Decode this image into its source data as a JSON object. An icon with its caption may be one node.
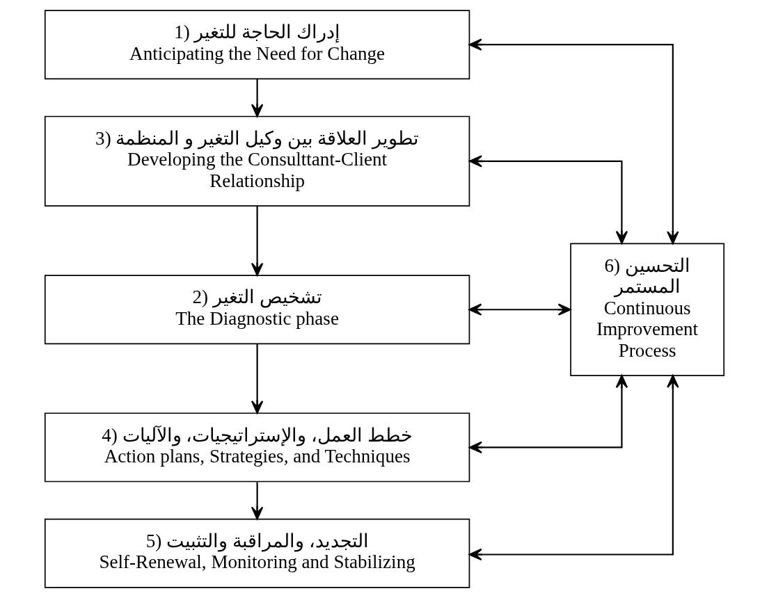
{
  "diagram": {
    "nodes": [
      {
        "text": [
          "1) إدراك الحاجة للتغير",
          "Anticipating the Need for Change"
        ]
      },
      {
        "text": [
          "3) تطوير العلاقة بين وكيل التغير و المنظمة",
          "Developing the Consulttant-Client Relationship"
        ]
      },
      {
        "text": [
          "2) تشخيص التغير",
          "The Diagnostic phase"
        ]
      },
      {
        "text": [
          "4) خطط العمل، والإستراتيجيات، والآليات",
          "Action plans, Strategies, and Techniques"
        ]
      },
      {
        "text": [
          "5) التجديد، والمراقبة والتثبيت",
          "Self-Renewal, Monitoring and Stabilizing"
        ]
      },
      {
        "text": [
          "6) التحسين المستمر",
          "Continuous Improvement Process"
        ]
      }
    ],
    "edges": [
      {
        "from": 0,
        "to": 1,
        "arrow": "to"
      },
      {
        "from": 1,
        "to": 2,
        "arrow": "to"
      },
      {
        "from": 2,
        "to": 3,
        "arrow": "to"
      },
      {
        "from": 3,
        "to": 4,
        "arrow": "to"
      },
      {
        "from": 0,
        "to": 5,
        "arrow": "both"
      },
      {
        "from": 1,
        "to": 5,
        "arrow": "both"
      },
      {
        "from": 2,
        "to": 5,
        "arrow": "both"
      },
      {
        "from": 3,
        "to": 5,
        "arrow": "both"
      },
      {
        "from": 4,
        "to": 5,
        "arrow": "both"
      }
    ]
  }
}
